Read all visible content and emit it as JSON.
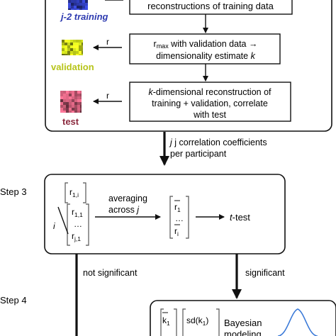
{
  "step1": {
    "train_label": "j-2 training",
    "val_label": "validation",
    "test_label": "test",
    "r_val": "r",
    "r_test": "r",
    "box1_line1": "reconstructions of training data",
    "box2_line1_pre": "r",
    "box2_line1_sub": "max",
    "box2_line1_post": " with validation data →",
    "box2_line2_pre": "dimensionality estimate ",
    "box2_line2_k": "k",
    "box3_line1_k": "k",
    "box3_line1_post": "-dimensional reconstruction of",
    "box3_line2": "training + validation, correlate",
    "box3_line3": "with test"
  },
  "connector1": {
    "line1": "j correlation coefficients",
    "line2": "per participant"
  },
  "step3": {
    "label": "Step 3",
    "r1i_base": "r",
    "r1i_sub": "1,i",
    "r11_base": "r",
    "r11_sub": "1,1",
    "dots": "…",
    "rj1_base": "r",
    "rj1_sub": "j,1",
    "i_label": "i",
    "avg_line1": "averaging",
    "avg_line2": "across j",
    "rbar1_base": "r",
    "rbar1_sub": "1",
    "rbar_dots": "…",
    "rbari_base": "r",
    "rbari_sub": "i",
    "ttest": "t-test"
  },
  "branches": {
    "not_significant": "not significant",
    "significant": "significant"
  },
  "step4": {
    "label": "Step 4",
    "kbar_base": "k",
    "kbar_sub": "1",
    "sd_label": "sd(k",
    "sd_sub": "1",
    "sd_close": ")",
    "bayes_line1": "Bayesian",
    "bayes_line2": "modeling"
  },
  "colors": {
    "training": "#2e3bb0",
    "validation": "#b7c41a",
    "test": "#b4536b"
  }
}
